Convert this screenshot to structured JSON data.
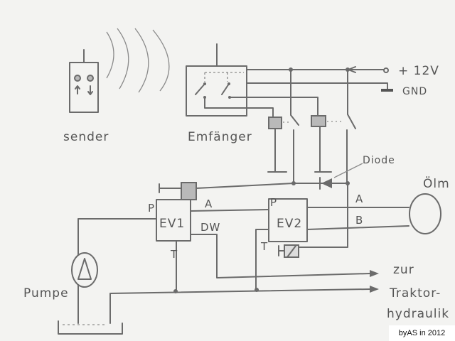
{
  "labels": {
    "sender": "sender",
    "receiver": "Emfänger",
    "supply": "+ 12V",
    "ground": "GND",
    "diode": "Diode",
    "motor": "Ölm",
    "ev1": "EV1",
    "ev2": "EV2",
    "ev1_p": "P",
    "ev1_a": "A",
    "ev1_dw": "DW",
    "ev1_t": "T",
    "ev2_p": "P",
    "ev2_a": "A",
    "ev2_b": "B",
    "ev2_t": "T",
    "pump": "Pumpe",
    "to": "zur",
    "tractor": "Traktor-",
    "hydraulic": "hydraulik"
  },
  "credit": "byAS in 2012",
  "colors": {
    "ink": "#6b6b6b",
    "paper": "#f3f3f1"
  }
}
